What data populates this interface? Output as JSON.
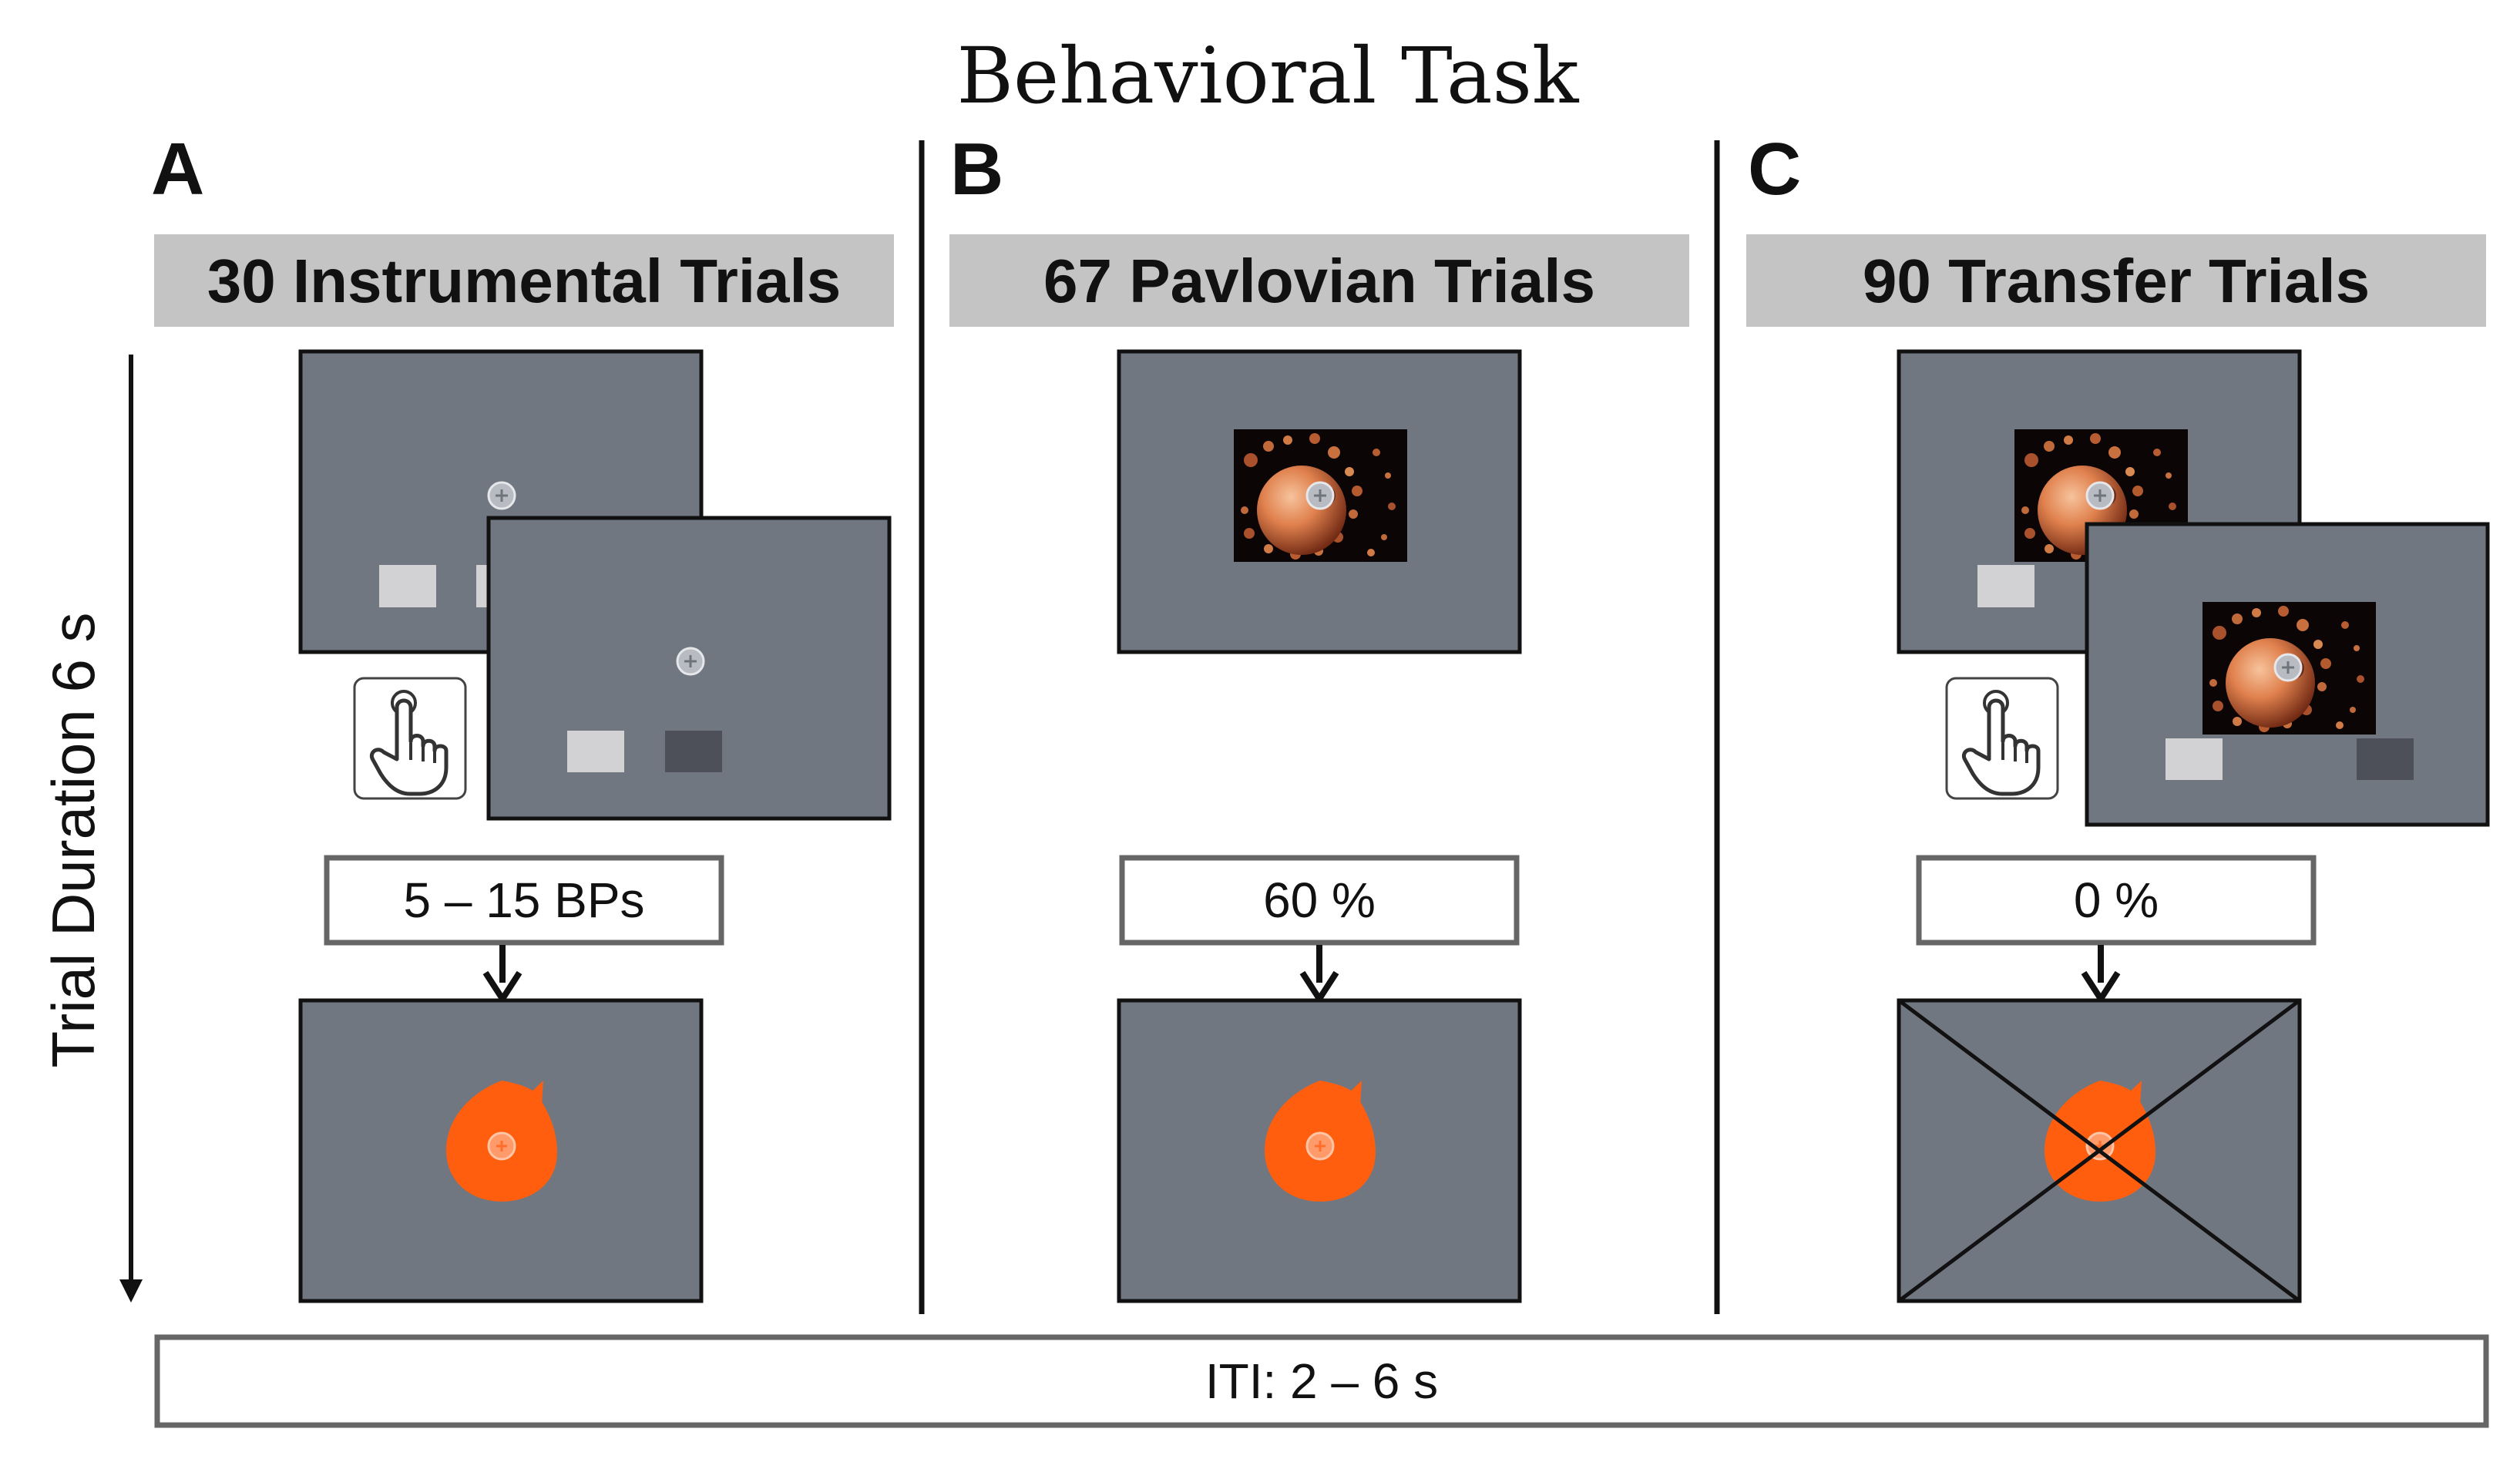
{
  "title": "Behavioral Task",
  "axis_label": "Trial Duration 6 s",
  "iti_label": "ITI: 2 – 6 s",
  "panels": [
    {
      "letter": "A",
      "header": "30 Instrumental Trials",
      "criterion": "5 – 15 BPs"
    },
    {
      "letter": "B",
      "header": "67 Pavlovian Trials",
      "criterion": "60 %"
    },
    {
      "letter": "C",
      "header": "90 Transfer Trials",
      "criterion": "0 %"
    }
  ],
  "icons": [
    "hand-press-icon",
    "fixation-cross-icon",
    "fractal-stimulus-icon",
    "orange-drop-icon",
    "cross-out-icon"
  ],
  "colors": {
    "screen": "#707780",
    "band": "#c4c4c4",
    "box_border": "#666666",
    "reward": "#ff5e0e",
    "light_key": "#d2d2d4",
    "dark_key": "#4d5059",
    "fractal_bg": "#0b0506"
  }
}
